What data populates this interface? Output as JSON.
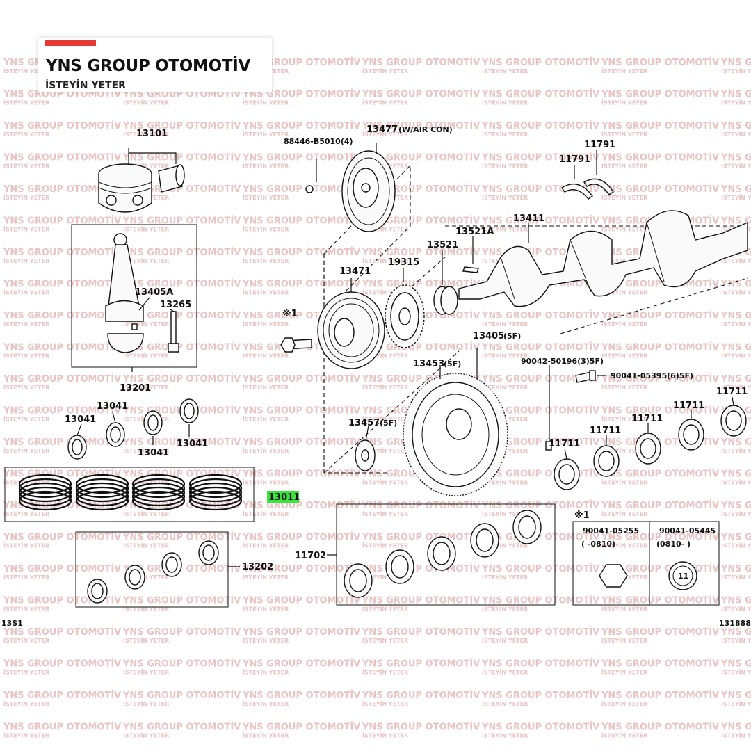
{
  "logo": {
    "title": "YNS GROUP OTOMOTİV",
    "subtitle": "İSTEYİN YETER",
    "accent_color": "#e53935"
  },
  "watermark": {
    "line1": "YNS GROUP OTOMOTİV",
    "line2": "İSTEYİN YETER",
    "color": "#e8c4c4"
  },
  "highlight_color": "#39e639",
  "labels": {
    "p13101": "13101",
    "p13477": "13477",
    "p13477_note": "(W/AIR CON)",
    "p88446": "88446-B5010(4)",
    "p11791a": "11791",
    "p11791b": "11791",
    "p13411": "13411",
    "p13521a": "13521A",
    "p13521": "13521",
    "p19315": "19315",
    "p13471": "13471",
    "p13405a": "13405A",
    "p13265": "13265",
    "p_ref1": "※1",
    "p13405": "13405",
    "p13405_note": "(5F)",
    "p13453": "13453",
    "p13453_note": "(5F)",
    "p90042": "90042-50196(3)5F)",
    "p90041a": "90041-05395(6)5F)",
    "p13201": "13201",
    "p13041a": "13041",
    "p13041b": "13041",
    "p13041c": "13041",
    "p13041d": "13041",
    "p13457": "13457",
    "p13457_note": "(5F)",
    "p11711a": "11711",
    "p11711b": "11711",
    "p11711c": "11711",
    "p11711d": "11711",
    "p11711e": "11711",
    "p13011": "13011",
    "p11702": "11702",
    "p13202": "13202",
    "ref_box": "※1",
    "bolt1_pn": "90041-05255",
    "bolt1_range": "(   -0810)",
    "bolt2_pn": "90041-05445",
    "bolt2_range": "(0810-   )",
    "bolt2_mark": "11",
    "corner_left": "13S1",
    "corner_right": "131888"
  }
}
